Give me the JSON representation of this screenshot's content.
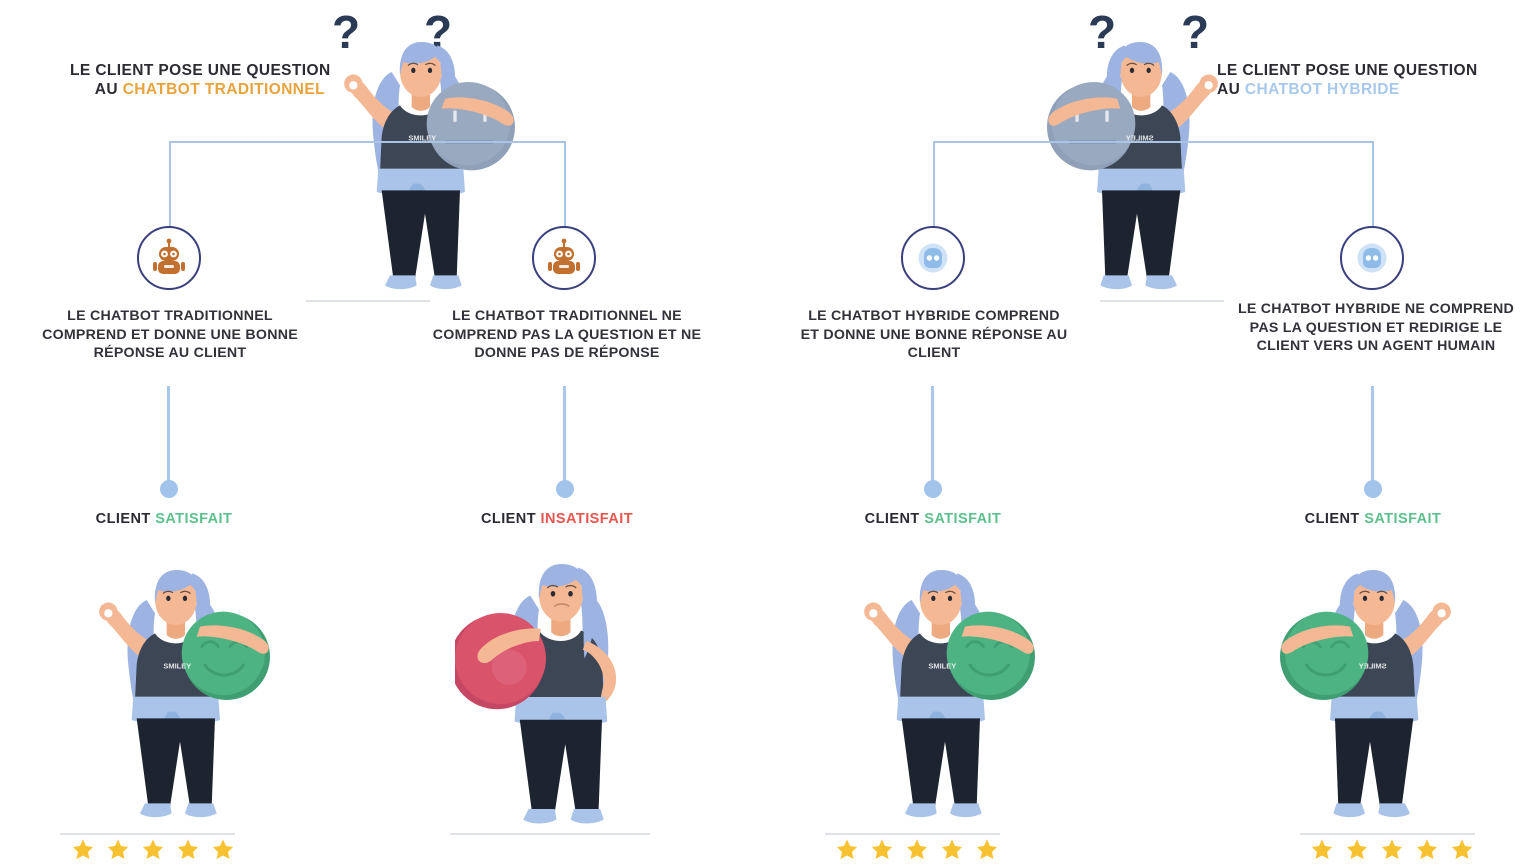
{
  "diagram": {
    "title_semantics": "chatbot-traditionnel-vs-hybride-flow",
    "background_color": "#ffffff",
    "connector_color": "#a9c4e4",
    "dot_color": "#a2c4ea"
  },
  "branches": [
    {
      "id": "traditionnel",
      "headline": {
        "line1": "LE CLIENT POSE UNE QUESTION",
        "line2_prefix": "AU ",
        "line2_accent": "CHATBOT TRADITIONNEL",
        "accent_color": "#e8a33d"
      },
      "paths": [
        {
          "id": "trad-success",
          "bot_icon": "robot-orange-icon",
          "bot_color": "#c2702f",
          "description": "LE CHATBOT TRADITIONNEL COMPREND ET DONNE UNE BONNE RÉPONSE AU CLIENT",
          "result_prefix": "CLIENT ",
          "result_status": "SATISFAIT",
          "result_color": "#5ec08d",
          "face_color": "#4eb382",
          "face_mood": "happy",
          "stars": 5
        },
        {
          "id": "trad-failure",
          "bot_icon": "robot-orange-icon",
          "bot_color": "#c2702f",
          "description": "LE CHATBOT TRADITIONNEL NE COMPREND PAS LA QUESTION ET NE DONNE PAS DE RÉPONSE",
          "result_prefix": "CLIENT ",
          "result_status": "INSATISFAIT",
          "result_color": "#e8564f",
          "face_color": "#d9536b",
          "face_mood": "none",
          "stars": 0
        }
      ]
    },
    {
      "id": "hybride",
      "headline": {
        "line1": "LE CLIENT POSE UNE QUESTION",
        "line2_prefix": "AU ",
        "line2_accent": "CHATBOT HYBRIDE",
        "accent_color": "#a8c8ec"
      },
      "paths": [
        {
          "id": "hyb-success",
          "bot_icon": "robot-blue-icon",
          "bot_color": "#8fbbe8",
          "description": "LE CHATBOT HYBRIDE COMPREND ET DONNE UNE BONNE RÉPONSE AU CLIENT",
          "result_prefix": "CLIENT ",
          "result_status": "SATISFAIT",
          "result_color": "#5ec08d",
          "face_color": "#4eb382",
          "face_mood": "happy",
          "stars": 5
        },
        {
          "id": "hyb-handoff",
          "bot_icon": "robot-blue-icon",
          "bot_color": "#8fbbe8",
          "description": "LE CHATBOT HYBRIDE NE COMPREND PAS LA QUESTION ET REDIRIGE LE CLIENT VERS UN AGENT HUMAIN",
          "result_prefix": "CLIENT ",
          "result_status": "SATISFAIT",
          "result_color": "#5ec08d",
          "face_color": "#4eb382",
          "face_mood": "happy",
          "stars": 5
        }
      ]
    }
  ],
  "question_marks": {
    "glyph": "?",
    "color": "#2b3a55",
    "count_per_branch": 2
  },
  "character": {
    "shirt_text": "SMILEY",
    "hair_color": "#9db4e3",
    "shirt_color": "#3c4654",
    "pants_color": "#1d2430",
    "denim_color": "#a9c4e8",
    "skin_color": "#f4b894",
    "shoe_color": "#a9c4e8"
  },
  "star": {
    "color": "#f6c231",
    "count": 5
  }
}
